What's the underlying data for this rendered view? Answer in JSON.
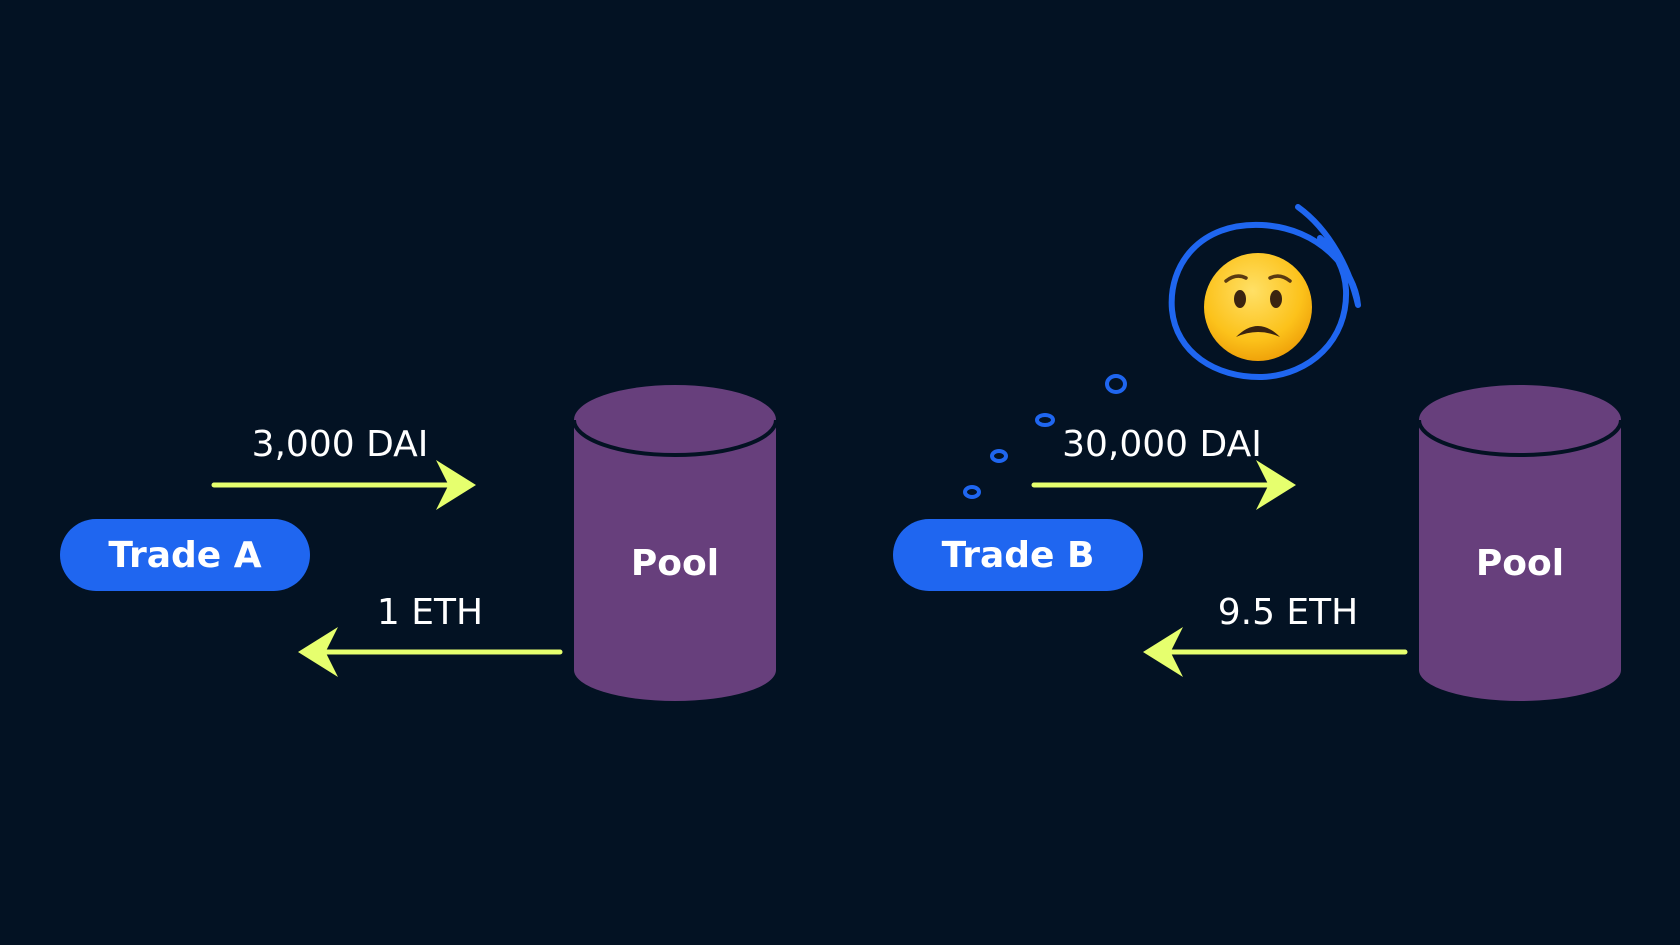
{
  "colors": {
    "background": "#031223",
    "pill": "#1f66f0",
    "pool": "#673f7c",
    "arrow": "#e6ff6e",
    "annotation": "#1f66f0",
    "text": "#ffffff"
  },
  "left": {
    "trade_label": "Trade A",
    "in_amount": "3,000 DAI",
    "out_amount": "1 ETH",
    "pool_label": "Pool"
  },
  "right": {
    "trade_label": "Trade B",
    "in_amount": "30,000 DAI",
    "out_amount": "9.5 ETH",
    "pool_label": "Pool",
    "reaction_icon": "worried-face-icon"
  }
}
